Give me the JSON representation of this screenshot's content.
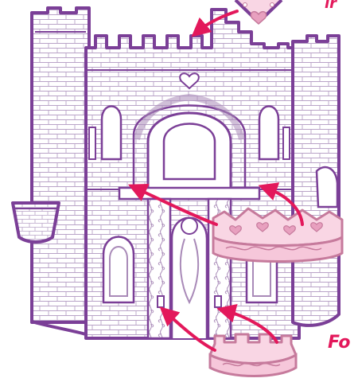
{
  "colors": {
    "outline": "#7b3f97",
    "stroke_light": "#a98ab8",
    "accent": "#e3185b",
    "piece_fill": "#f9d6e4",
    "piece_stroke": "#c67a9c",
    "piece_heart": "#e8a0bf"
  },
  "icons": [
    "castle-illustration",
    "heart-necklace-piece",
    "crown-balcony-piece",
    "small-turret-piece",
    "arrow"
  ],
  "callouts": {
    "top_partial": "ır",
    "bottom_partial": "Fo"
  }
}
